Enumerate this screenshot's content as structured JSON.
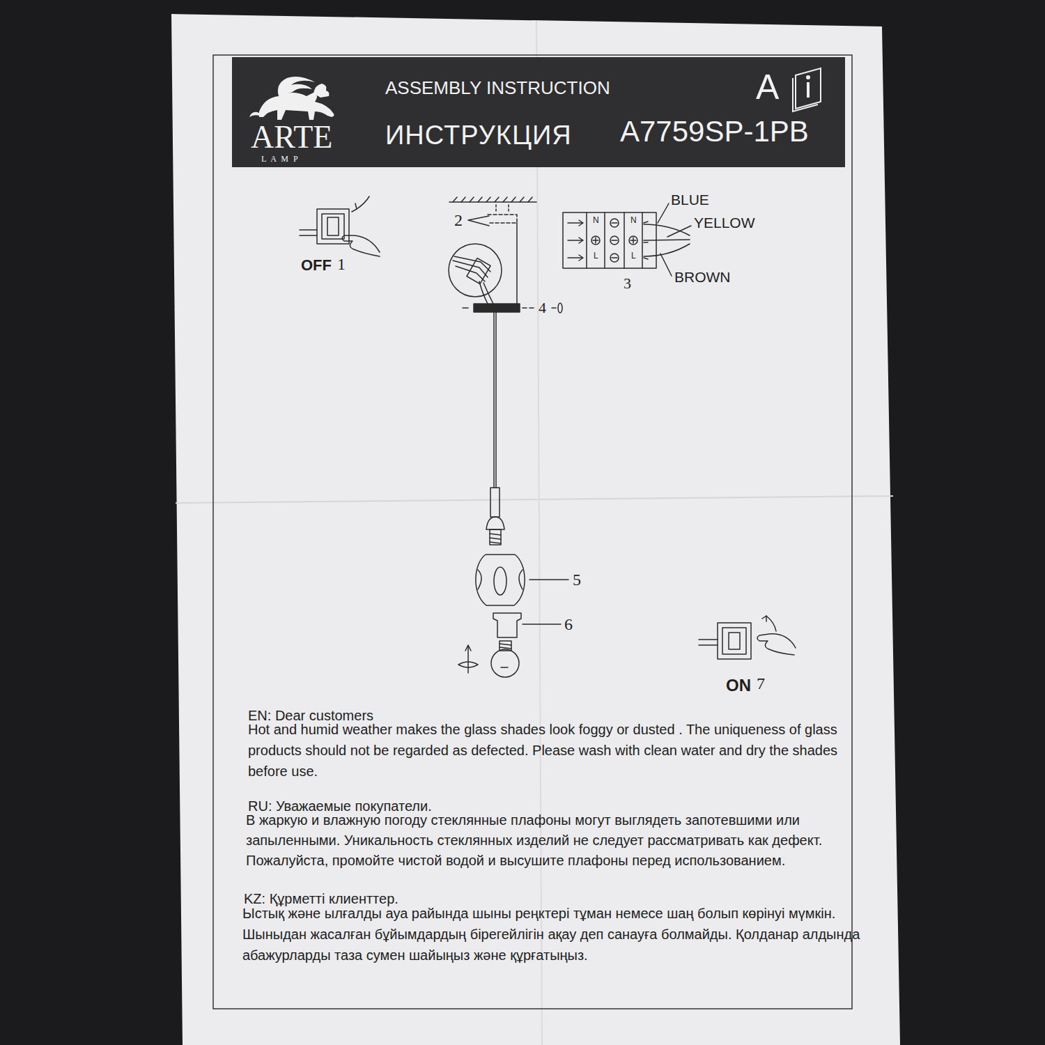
{
  "diagram": {
    "nodes": [
      {
        "text": [
          "ARTE",
          "L A M P",
          "ASSEMBLY INSTRUCTION",
          "ИНСТРУКЦИЯ",
          "A7759SP-1PB",
          "A"
        ]
      }
    ],
    "labels": [
      "OFF",
      "1",
      "2",
      "BLUE",
      "YELLOW",
      "BROWN",
      "3",
      "4",
      "5",
      "6",
      "ON",
      "7",
      "N",
      "L",
      "N",
      "L",
      "EN: Dear customers",
      "Hot and humid weather makes the glass shades look foggy or dusted . The uniqueness of glass products should not be regarded as defected. Please wash with clean water and dry the shades before use.",
      "RU: Уважаемые покупатели.",
      "В жаркую и влажную погоду стеклянные плафоны могут выглядеть запотевшими или запыленными. Уникальность стеклянных изделий не следует рассматривать как дефект. Пожалуйста, промойте чистой водой и высушите плафоны перед использованием.",
      "KZ: Құрметті клиенттер.",
      "Ыстық және ылғалды ауа райында шыны реңктері тұман немесе шаң болып көрінуі мүмкін. Шыныдан жасалған бұйымдардың бірегейлігін ақау деп санауға болмайды. Қолданар алдында абажурларды таза сумен шайыңыз және құрғатыңыз."
    ]
  }
}
